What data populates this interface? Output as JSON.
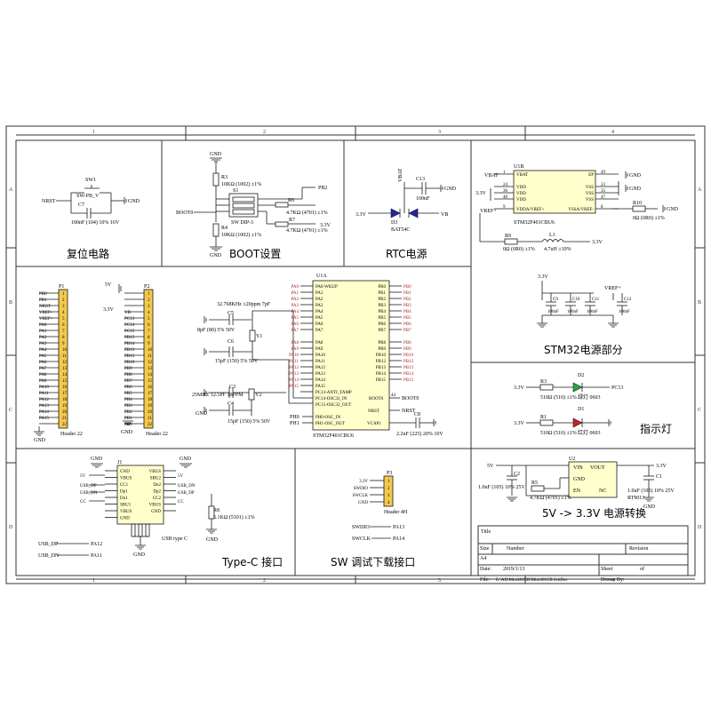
{
  "grid": {
    "cols": [
      "1",
      "2",
      "3",
      "4"
    ],
    "rows": [
      "A",
      "B",
      "C",
      "D"
    ]
  },
  "sections": {
    "reset": "复位电路",
    "boot": "BOOT设置",
    "rtc": "RTC电源",
    "stm32_power": "STM32电源部分",
    "indicator": "指示灯",
    "ldo": "5V -> 3.3V 电源转换",
    "typec": "Type-C 接口",
    "swd": "SW 调试下载接口"
  },
  "reset": {
    "sw_ref": "SW1",
    "sw_val": "SW-PB_V",
    "cap": "C7",
    "cap_val": "100nF (104) 10% 16V",
    "net": "NRST",
    "gnd": "GND"
  },
  "boot": {
    "gnd": "GND",
    "r3": "R3",
    "r3_val": "10KΩ (1002) ±1%",
    "s1": "S1",
    "s1_val": "SW DIP-3",
    "r6": "R6",
    "r6_val": "4.7KΩ (4701) ±1%",
    "r7": "R7",
    "r7_val": "4.7KΩ (4701) ±1%",
    "r4": "R4",
    "r4_val": "10KΩ (1002) ±1%",
    "boot0": "BOOT0",
    "pb2": "PB2",
    "v33": "3.3V"
  },
  "rtc": {
    "vbat": "VBAT",
    "c13": "C13",
    "c13_val": "100nF",
    "gnd": "GND",
    "v33": "3.3V",
    "vb": "VB",
    "d3": "D3",
    "d3_val": "BAT54C"
  },
  "u1b": {
    "ref": "U1B",
    "name": "STM32F401CBU6",
    "vbat": "VBAT",
    "v33": "3.3V",
    "vref_p": "VREF+",
    "gnd": "GND",
    "pins_left": [
      {
        "num": "1",
        "name": "VBAT"
      },
      {
        "num": "24",
        "name": "VDD"
      },
      {
        "num": "36",
        "name": "VDD"
      },
      {
        "num": "48",
        "name": "VDD"
      },
      {
        "num": "9",
        "name": "VDDA/VREF+"
      }
    ],
    "pins_right": [
      {
        "num": "49",
        "name": "EP"
      },
      {
        "num": "23",
        "name": "VSS"
      },
      {
        "num": "35",
        "name": "VSS"
      },
      {
        "num": "47",
        "name": "VSS"
      },
      {
        "num": "8",
        "name": "VSSA/VREF-"
      }
    ],
    "vref_m": "VREF-",
    "r10": "R10",
    "r10_val": "0Ω (0R0) ±1%",
    "r9": "R9",
    "r9_val": "0Ω (0R0) ±1%",
    "l1": "L1",
    "l1_val": "4.7uH ±10%"
  },
  "decap": {
    "v33": "3.3V",
    "vref_p": "VREF+",
    "caps": [
      {
        "ref": "C9",
        "val": "100nF"
      },
      {
        "ref": "C10",
        "val": "100nF"
      },
      {
        "ref": "C11",
        "val": "100nF"
      },
      {
        "ref": "C12",
        "val": "100nF"
      }
    ]
  },
  "p1": {
    "ref": "P1",
    "name": "Header 22",
    "gnd": "GND",
    "pins": [
      "PB0",
      "PB1",
      "NRST",
      "VREF-",
      "VREF+",
      "PA0",
      "PA1",
      "PA2",
      "PA3",
      "PA4",
      "PA5",
      "PA6",
      "PA7",
      "PA8",
      "PA9",
      "PA10",
      "PA11",
      "PA12",
      "PA13",
      "PA14",
      "PA15",
      ""
    ]
  },
  "p2": {
    "ref": "P2",
    "name": "Header 22",
    "gnd": "GND",
    "v5": "5V",
    "v33": "3.3V",
    "pins": [
      "",
      "",
      "",
      "VB",
      "PC13",
      "PC14",
      "PC15",
      "PB15",
      "PB14",
      "PB13",
      "PB12",
      "PB10",
      "PB9",
      "PB8",
      "PB7",
      "PB6",
      "PB5",
      "PB4",
      "PB3",
      "PB2",
      "PB1",
      "PB0"
    ]
  },
  "crystals": {
    "c5": "C5",
    "c5_val": "8pF (80) 5% 50V",
    "y1_val": "32.768KHz ±20ppm 7pF",
    "y1": "Y1",
    "c6": "C6",
    "c6_val": "15pF (150) 5% 50V",
    "c3": "C3",
    "y2": "Y2",
    "y2_val": "25MHZ 12.5PF 10PPM",
    "c4": "C4",
    "c4_val": "15pF (150) 5% 50V",
    "gnd": "GND",
    "ph0": "PH0",
    "ph1": "PH1"
  },
  "u1a": {
    "ref": "U1A",
    "name": "STM32F401CBU6",
    "left": [
      "PA0-WKUP",
      "PA1",
      "PA2",
      "PA3",
      "PA4",
      "PA5",
      "PA6",
      "PA7",
      "",
      "PA8",
      "PA9",
      "PA10",
      "PA11",
      "PA12",
      "PA13",
      "PA14",
      "PA15"
    ],
    "left_nets": [
      "PA0",
      "PA1",
      "PA2",
      "PA3",
      "PA4",
      "PA5",
      "PA6",
      "PA7",
      "",
      "PA8",
      "PA9",
      "PA10",
      "PA11",
      "PA12",
      "PA13",
      "PA14",
      "PA15"
    ],
    "right": [
      "PB0",
      "PB1",
      "PB2",
      "PB3",
      "PB4",
      "PB5",
      "PB6",
      "PB7",
      "",
      "PB8",
      "PB9",
      "PB10",
      "PB12",
      "PB13",
      "PB14",
      "PB15"
    ],
    "right_nets": [
      "PB0",
      "PB1",
      "PB2",
      "PB3",
      "PB4",
      "PB5",
      "PB6",
      "PB7",
      "",
      "PB8",
      "PB9",
      "PB10",
      "PB12",
      "PB13",
      "PB14",
      "PB15"
    ],
    "pc13": "PC13-ANTI_TAMP",
    "pc14": "PC14-OSC32_IN",
    "pc15": "PC15-OSC32_OUT",
    "ph0": "PH0-OSC_IN",
    "ph1": "PH1-OSC_OUT",
    "boot0": "BOOT0",
    "boot0_num": "44",
    "nrst": "NRST",
    "vcap": "VCAP1",
    "c8": "C8",
    "c8_val": "2.2uF (225) 20% 10V",
    "net_boot0": "BOOT0",
    "net_nrst": "NRST",
    "ph0_net": "PH0",
    "ph1_net": "PH1"
  },
  "leds": {
    "v33": "3.3V",
    "r3": "R3",
    "r3_val": "510Ω (510) ±1%",
    "d2": "D2",
    "d2_val": "绿灯 0603",
    "pc13": "PC13",
    "r1": "R1",
    "r1_val": "510Ω (510) ±1%",
    "d1": "D1",
    "d1_val": "红灯 0603",
    "gnd": "GND"
  },
  "ldo": {
    "u2": "U2",
    "vin": "VIN",
    "vout": "VOUT",
    "gnd_pin": "GND",
    "en": "EN",
    "nc": "NC",
    "v5": "5V",
    "v33": "3.3V",
    "c2": "C2",
    "c2_val": "1.0uF (105) 10% 25V",
    "r5": "R5",
    "r5_val": "4.7KΩ (4701) ±1%",
    "c1": "C1",
    "c1_val": "1.0uF (105) 10% 25V",
    "part": "RT9013",
    "gnd": "GND"
  },
  "typec": {
    "j1": "J1",
    "name": "USB type C",
    "left_pins": [
      "GND",
      "VBUS",
      "CC1",
      "Dp1",
      "Dn1",
      "SBU1",
      "VBUS",
      "GND"
    ],
    "right_pins": [
      "VBUS",
      "SBU2",
      "Dn2",
      "Dp2",
      "CC2",
      "VBUS",
      "GND"
    ],
    "nets_left": [
      "5V",
      "USB_DP",
      "USB_DN",
      "CC"
    ],
    "nets_right": [
      "5V",
      "USB_DN",
      "USB_DP",
      "CC"
    ],
    "r8": "R8",
    "r8_val": "5.1KΩ (5101) ±1%",
    "gnd": "GND",
    "usb_dp": "USB_DP",
    "usb_dn": "USB_DN",
    "pa12": "PA12",
    "pa11": "PA11"
  },
  "swd": {
    "p3": "P3",
    "name": "Header 4H",
    "pins": [
      "3.3V",
      "SWDIO",
      "SWCLK",
      "GND"
    ],
    "swdio": "SWDIO",
    "swclk": "SWCLK",
    "pa13": "PA13",
    "pa14": "PA14"
  },
  "titleblock": {
    "title": "Title",
    "size_l": "Size",
    "size_v": "A4",
    "number_l": "Number",
    "revision_l": "Revision",
    "date_l": "Date:",
    "date_v": "2019/1/13",
    "sheet_l": "Sheet",
    "of_l": "of",
    "file_l": "File:",
    "file_v": "E:\\AD\\Mini401CB\\Mini401CB.SchDoc",
    "drawn_l": "Drawn By:"
  }
}
